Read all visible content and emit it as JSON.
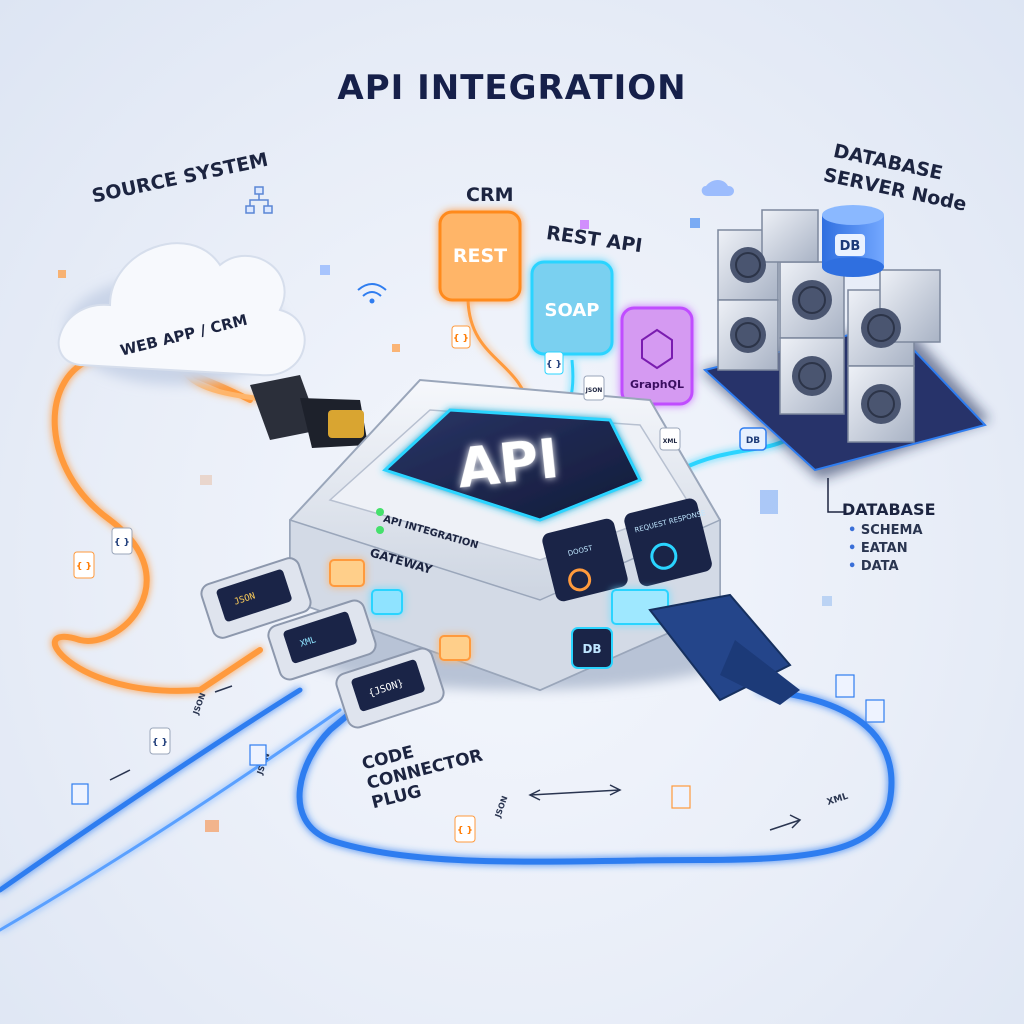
{
  "title": "API INTEGRATION",
  "source": {
    "label": "SOURCE SYSTEM",
    "cloud_text": "WEB APP / CRM"
  },
  "protocols": {
    "crm_label": "CRM",
    "rest_api_label": "REST API",
    "rest_tile": "REST",
    "soap_tile": "SOAP",
    "graphql_tile": "GraphQL"
  },
  "gateway": {
    "api_text": "API",
    "integration_text": "API INTEGRATION",
    "gateway_text": "GATEWAY",
    "panel_left": "DOOST",
    "panel_right": "REQUEST RESPONSE",
    "db_badge": "DB"
  },
  "database": {
    "server_label_line1": "DATABASE",
    "server_label_line2": "SERVER Node",
    "cylinder_text": "DB",
    "small_badge": "DB",
    "heading": "DATABASE",
    "items": [
      "SCHEMA",
      "EATAN",
      "DATA"
    ]
  },
  "connector_label": [
    "CODE",
    "CONNECTOR",
    "PLUG"
  ],
  "plug_tags": [
    "JSON",
    "XML",
    "{JSON}"
  ],
  "data_tags": {
    "json": "JSON",
    "xml": "XML",
    "braces": "{ }"
  },
  "colors": {
    "orange_cable": "#ff9a3c",
    "blue_cable": "#2f7df0",
    "cyan_glow": "#2ad4ff",
    "purple_glow": "#c04dff",
    "device_body": "#e6ebf3",
    "screen_dark": "#1a2447"
  }
}
